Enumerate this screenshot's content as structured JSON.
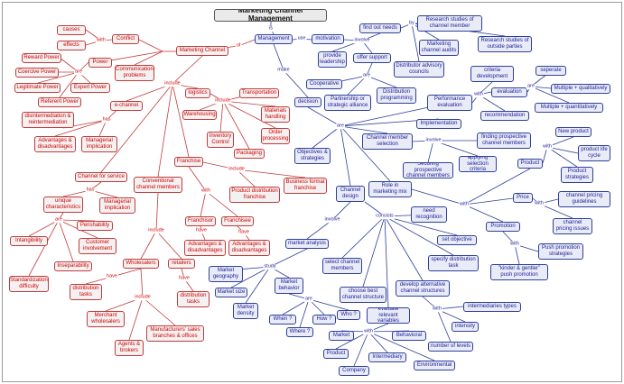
{
  "colors": {
    "red_text": "#d40000",
    "red_border": "#c23b3b",
    "blue_text": "#1a1a9a",
    "blue_border": "#2e3f9a"
  },
  "title": "Marketing Channel Management",
  "nodes": {
    "causes": "causes",
    "effects": "effects",
    "conflict": "Conflict",
    "power": "Power",
    "comm_problems": "Communication problems",
    "reward_power": "Reward Power",
    "coercive_power": "Coercive Power",
    "legitimate_power": "Legitimate Power",
    "expert_power": "Expert Power",
    "referent_power": "Referent Power",
    "disintermediation": "disintermediation & reintermediation",
    "adv_disadv_1": "Advantages & disadvantages",
    "managerial_impl_1": "Managerial implication",
    "e_channel": "e-channel",
    "logistics": "logistics",
    "transportation": "Transportation",
    "warehousing": "Warehousing",
    "materials_handling": "Materials handling",
    "inventory_control": "Inventory Control",
    "order_processing": "Order processing",
    "packaging": "Packaging",
    "marketing_channel": "Marketing Channel",
    "channel_for_service": "Channel for service",
    "unique_characteristics": "unique characteristics",
    "managerial_impl_2": "Managerial implication",
    "perishability": "Perishability",
    "intangibility": "Intangibility",
    "customer_involvement": "Customer involvement",
    "inseparability": "Inseparability",
    "standardization": "Standardization difficulty",
    "conventional": "Conventional channel members",
    "franchise": "Franchise",
    "business_format": "Business format franchise",
    "product_distribution": "Product distribution franchise",
    "franchisor": "Franchisor",
    "franchisee": "Franchisee",
    "adv_disadv_2": "Advantages & disadvantages",
    "adv_disadv_3": "Advantages & disadvantages",
    "wholesalers": "Wholesalers",
    "retailers": "retailers",
    "distribution_tasks_1": "distribution tasks",
    "distribution_tasks_2": "distribution tasks",
    "merchant_wholesalers": "Merchant wholesalers",
    "agents_brokers": "Agents & brokers",
    "manufacturers_sales": "Manufacturers' sales branches & offices",
    "management": "Management",
    "motivation": "motivation",
    "find_out_needs": "find out needs",
    "research_studies_members": "Research studies of channel member",
    "marketing_channel_audits": "Marketing channel audits",
    "research_outside": "Research studies of outside parties",
    "distributor_councils": "Distributor advisory councils",
    "provide_leadership": "provide leadership",
    "offer_support": "offer support",
    "cooperative": "Cooperative",
    "partnership": "Partnership or strategic alliance",
    "distribution_programming": "Distribution programming",
    "decision": "decision",
    "criteria_development": "criteria development",
    "performance_evaluation": "Performance evaluation",
    "evaluation": "evaluation",
    "separate": "seperate",
    "multiple_qual": "Multiple + qualitatively",
    "multiple_quant": "Multiple + quantitatively",
    "recommendation": "recommendation",
    "implementation": "Implementation",
    "channel_member_selection": "Channel member selection",
    "finding_prospective": "finding prospective channel members",
    "applying_criteria": "applying selection criteria",
    "securing_members": "Securing prospective channel members",
    "objectives_strategies": "Objectives & strategies",
    "role_in_marketing_mix": "Role in marketing mix",
    "product": "Product",
    "new_product": "New product",
    "product_life_cycle": "product life cycle",
    "product_strategies": "Product strategies",
    "price": "Price",
    "pricing_guidelines": "channel pricing guidelines",
    "pricing_issues": "channel pricing issues",
    "promotion": "Promotion",
    "push_promotion": "Push promotion strategies",
    "kinder_gentler": "\"kinder & gentler\" push promotion",
    "channel_design": "Channel design",
    "need_recognition": "need recognition",
    "set_objective": "set objective",
    "specify_distribution_task": "specify distribution task",
    "select_channel_members": "select channel members",
    "choose_best": "choose best channel structure",
    "develop_alternative": "develop alternative channel structures",
    "evaluate_variables": "evaluate relevant variables",
    "intermediaries_types": "intermediaries types",
    "intensity": "intensity",
    "number_of_levels": "number of levels",
    "market_analysis": "market analysis",
    "market_geography": "Market geography",
    "market_size": "Market size",
    "market_density": "Market density",
    "market_behavior": "Market behavior",
    "when_q": "When ?",
    "how_q": "How ?",
    "who_q": "Who ?",
    "where_q": "Where ?",
    "market": "Market",
    "behavioral": "Behavioral",
    "product_2": "Product",
    "intermediary": "Intermediary",
    "company": "Company",
    "environmental": "Environmental"
  },
  "links": {
    "is": "is",
    "of_1": "of",
    "with_1": "with",
    "are_1": "are",
    "has_1": "has",
    "include_1": "include",
    "include_2": "include",
    "has_2": "has",
    "are_2": "are",
    "with_2": "with",
    "include_3": "include",
    "have_1": "have",
    "have_2": "have",
    "include_4": "include",
    "have_3": "have",
    "have_4": "have",
    "include_5": "include",
    "use": "use",
    "involve_1": "involve",
    "by": "by",
    "are_3": "are",
    "make": "make",
    "with_3": "with",
    "are_4": "are",
    "are_5": "are",
    "involve_2": "involve",
    "with_4": "with",
    "with_5": "with",
    "with_6": "with",
    "with_7": "with",
    "involve_3": "involve",
    "consists": "consists",
    "study": "study",
    "are_6": "are",
    "with_8": "with",
    "with_9": "with"
  }
}
